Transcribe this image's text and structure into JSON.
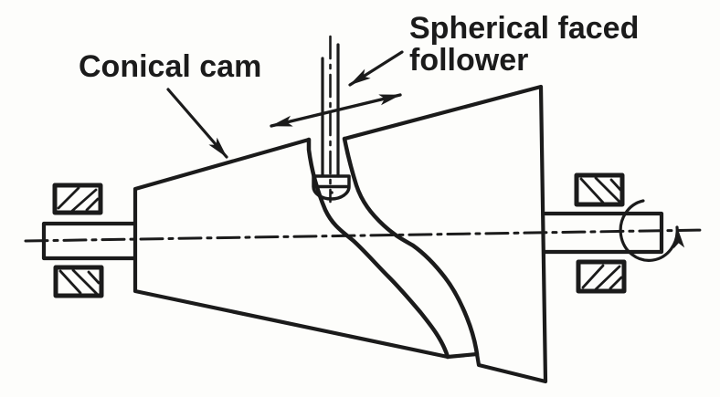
{
  "diagram": {
    "type": "engineering-line-drawing",
    "subject": "Conical cam with spherical faced follower",
    "colors": {
      "ink": "#1b1b1b",
      "paper": "#fdfdfb"
    },
    "labels": {
      "conical_cam": "Conical cam",
      "follower_line1": "Spherical faced",
      "follower_line2": "follower"
    },
    "annotations": {
      "leader_arrows": [
        "conical-cam-leader",
        "follower-leader"
      ],
      "motion_arrow": "double-headed, parallel to cone surface",
      "rotation_arrow": "counterclockwise arc around right shaft end"
    }
  }
}
